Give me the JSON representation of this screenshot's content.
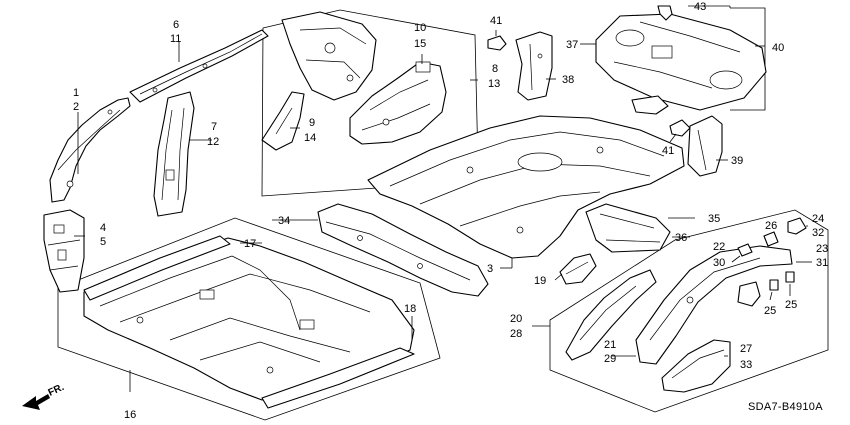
{
  "diagram_code": "SDA7-B4910A",
  "direction_label": "FR.",
  "callouts": {
    "c1": "1",
    "c2": "2",
    "c3": "3",
    "c4": "4",
    "c5": "5",
    "c6": "6",
    "c7": "7",
    "c8": "8",
    "c9": "9",
    "c10": "10",
    "c11": "11",
    "c12": "12",
    "c13": "13",
    "c14": "14",
    "c15": "15",
    "c16": "16",
    "c17": "17",
    "c18": "18",
    "c19": "19",
    "c20": "20",
    "c21": "21",
    "c22": "22",
    "c23": "23",
    "c24": "24",
    "c25a": "25",
    "c25b": "25",
    "c26": "26",
    "c27": "27",
    "c28": "28",
    "c29": "29",
    "c30": "30",
    "c31": "31",
    "c32": "32",
    "c33": "33",
    "c34": "34",
    "c35": "35",
    "c36": "36",
    "c37": "37",
    "c38": "38",
    "c39": "39",
    "c40": "40",
    "c41a": "41",
    "c41b": "41",
    "c43": "43"
  }
}
